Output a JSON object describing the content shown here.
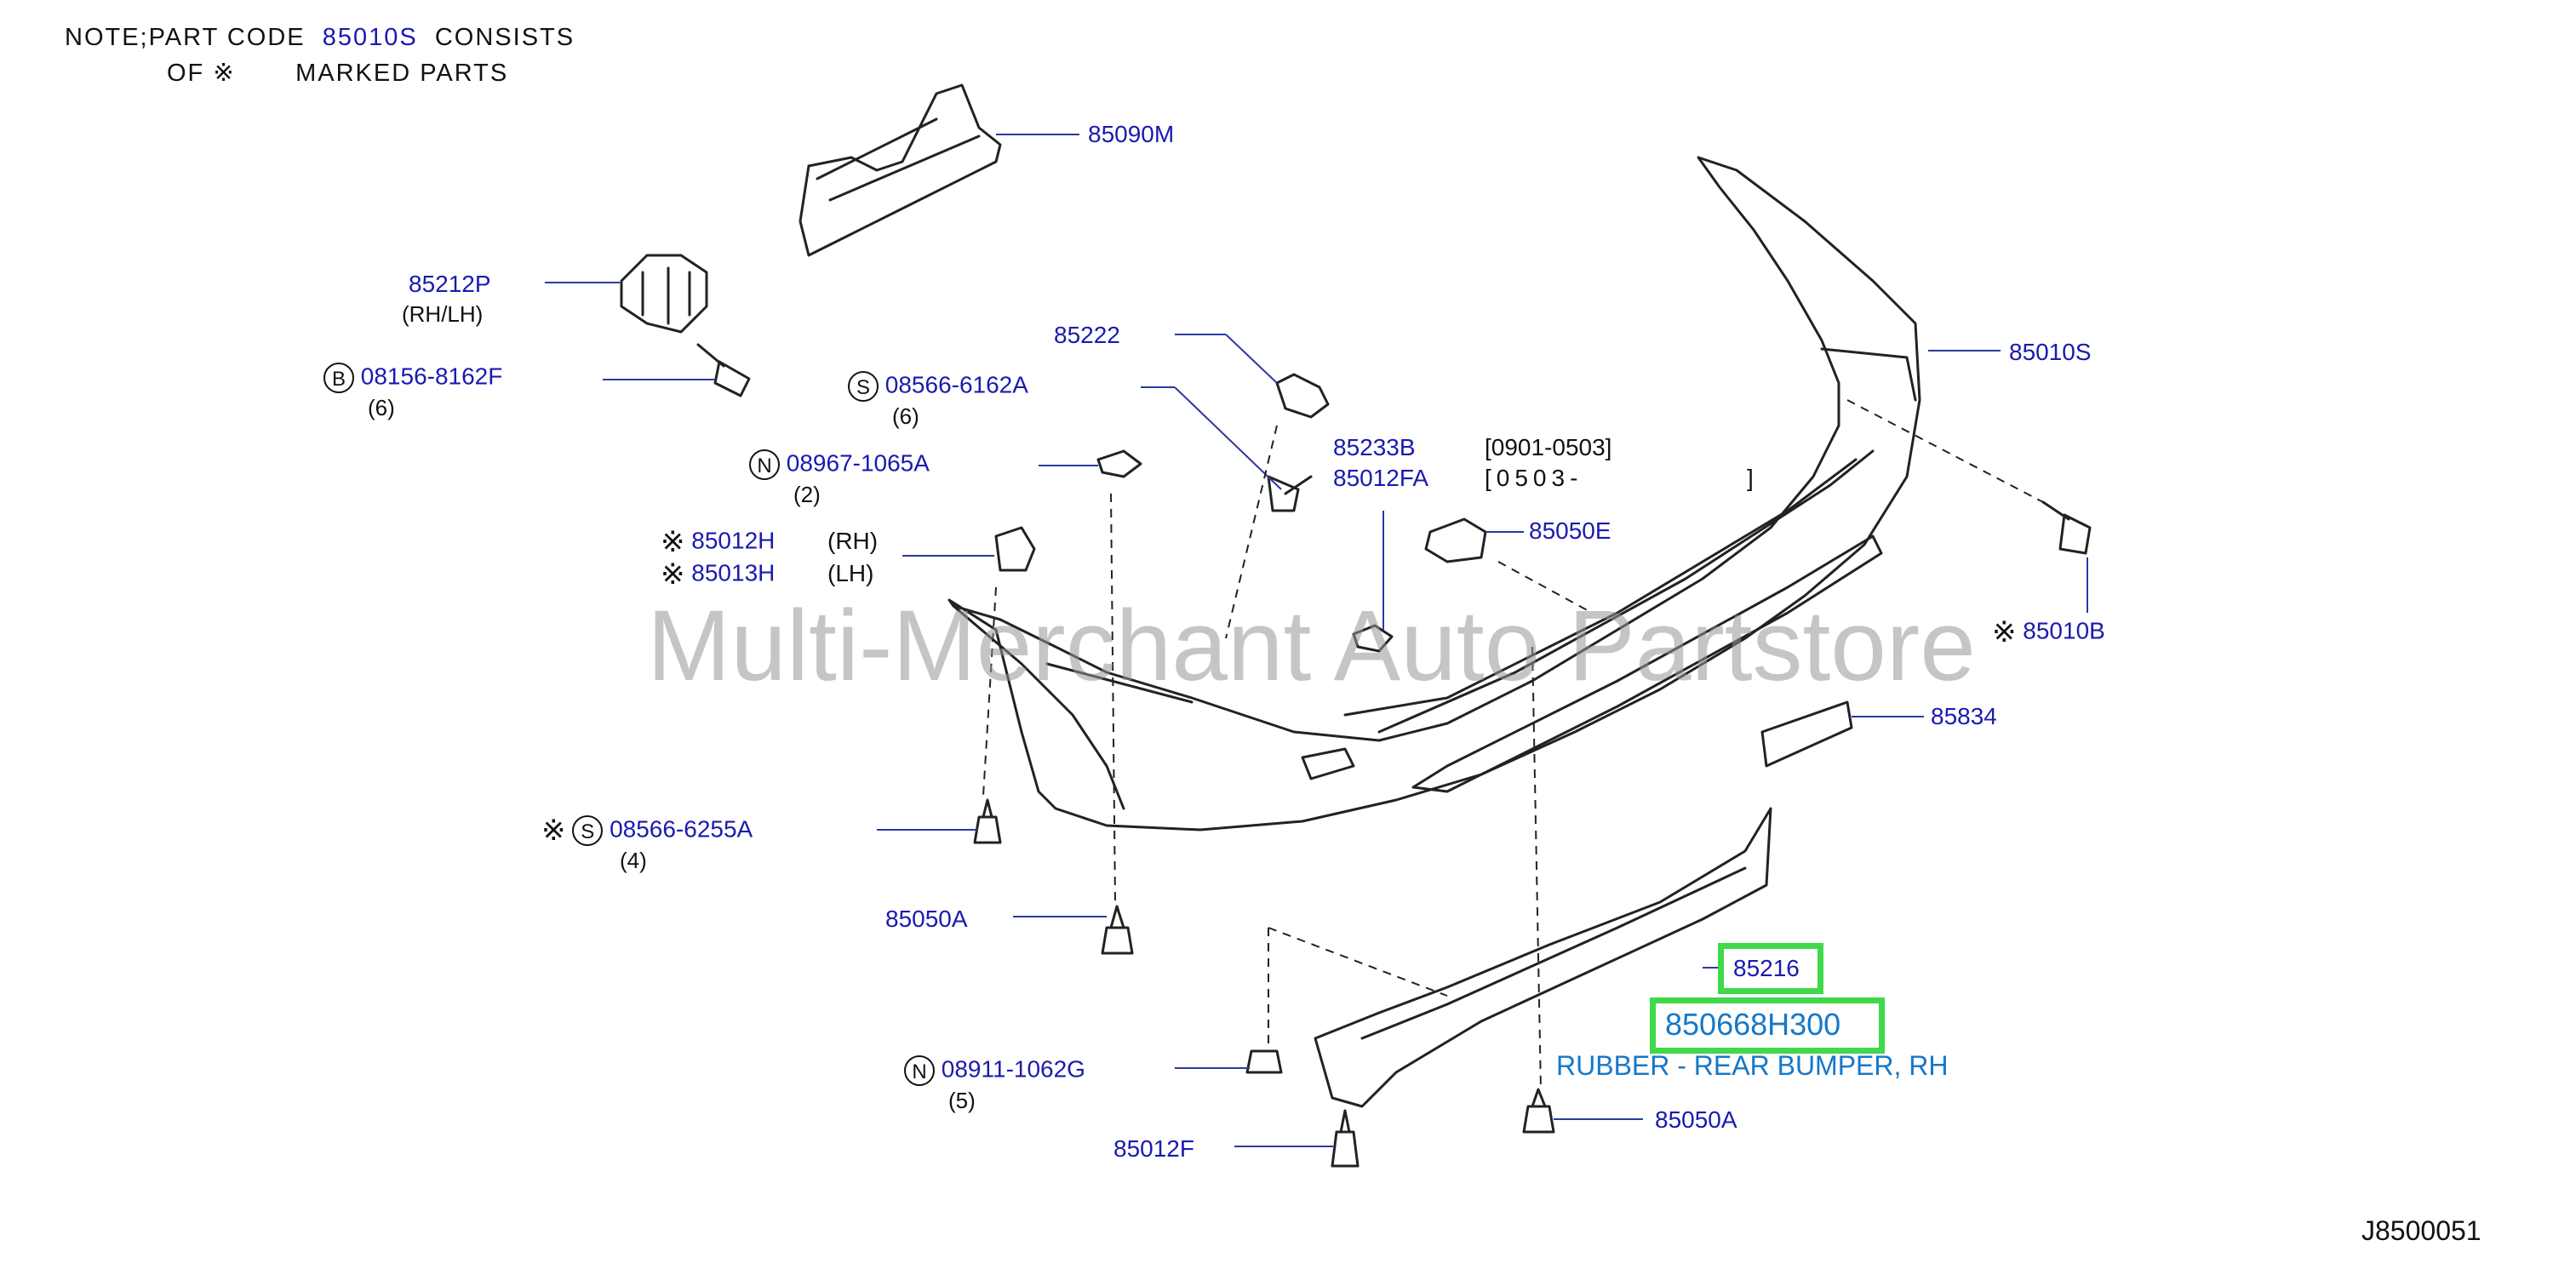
{
  "note": {
    "line1_prefix": "NOTE;PART CODE",
    "line1_code": "85010S",
    "line1_suffix": "CONSISTS",
    "line2_prefix": "OF",
    "line2_mark": "※",
    "line2_suffix": "MARKED PARTS"
  },
  "watermark": "Multi-Merchant Auto Partstore",
  "diagram_code": "J8500051",
  "parts": {
    "p85090M": "85090M",
    "p85212P": "85212P",
    "p85212P_qty": "(RH/LH)",
    "b_08156": "08156-8162F",
    "b_08156_circle": "B",
    "b_08156_qty": "(6)",
    "s_08566a": "08566-6162A",
    "s_08566a_circle": "S",
    "s_08566a_qty": "(6)",
    "p85222": "85222",
    "n_08967": "08967-1065A",
    "n_08967_circle": "N",
    "n_08967_qty": "(2)",
    "p85233B": "85233B",
    "p85012FA": "85012FA",
    "date1": "[0901-0503]",
    "date2": "[0503-",
    "date2_end": "]",
    "p85012H": "85012H",
    "p85012H_side": "(RH)",
    "p85013H": "85013H",
    "p85013H_side": "(LH)",
    "mark": "※",
    "p85050E": "85050E",
    "p85010S": "85010S",
    "p85010B": "85010B",
    "p85834": "85834",
    "s_08566b": "08566-6255A",
    "s_08566b_circle": "S",
    "s_08566b_qty": "(4)",
    "p85050A_left": "85050A",
    "p85216": "85216",
    "p850668H300": "850668H300",
    "desc": "RUBBER - REAR BUMPER, RH",
    "n_08911": "08911-1062G",
    "n_08911_circle": "N",
    "n_08911_qty": "(5)",
    "p85050A_right": "85050A",
    "p85012F": "85012F"
  }
}
